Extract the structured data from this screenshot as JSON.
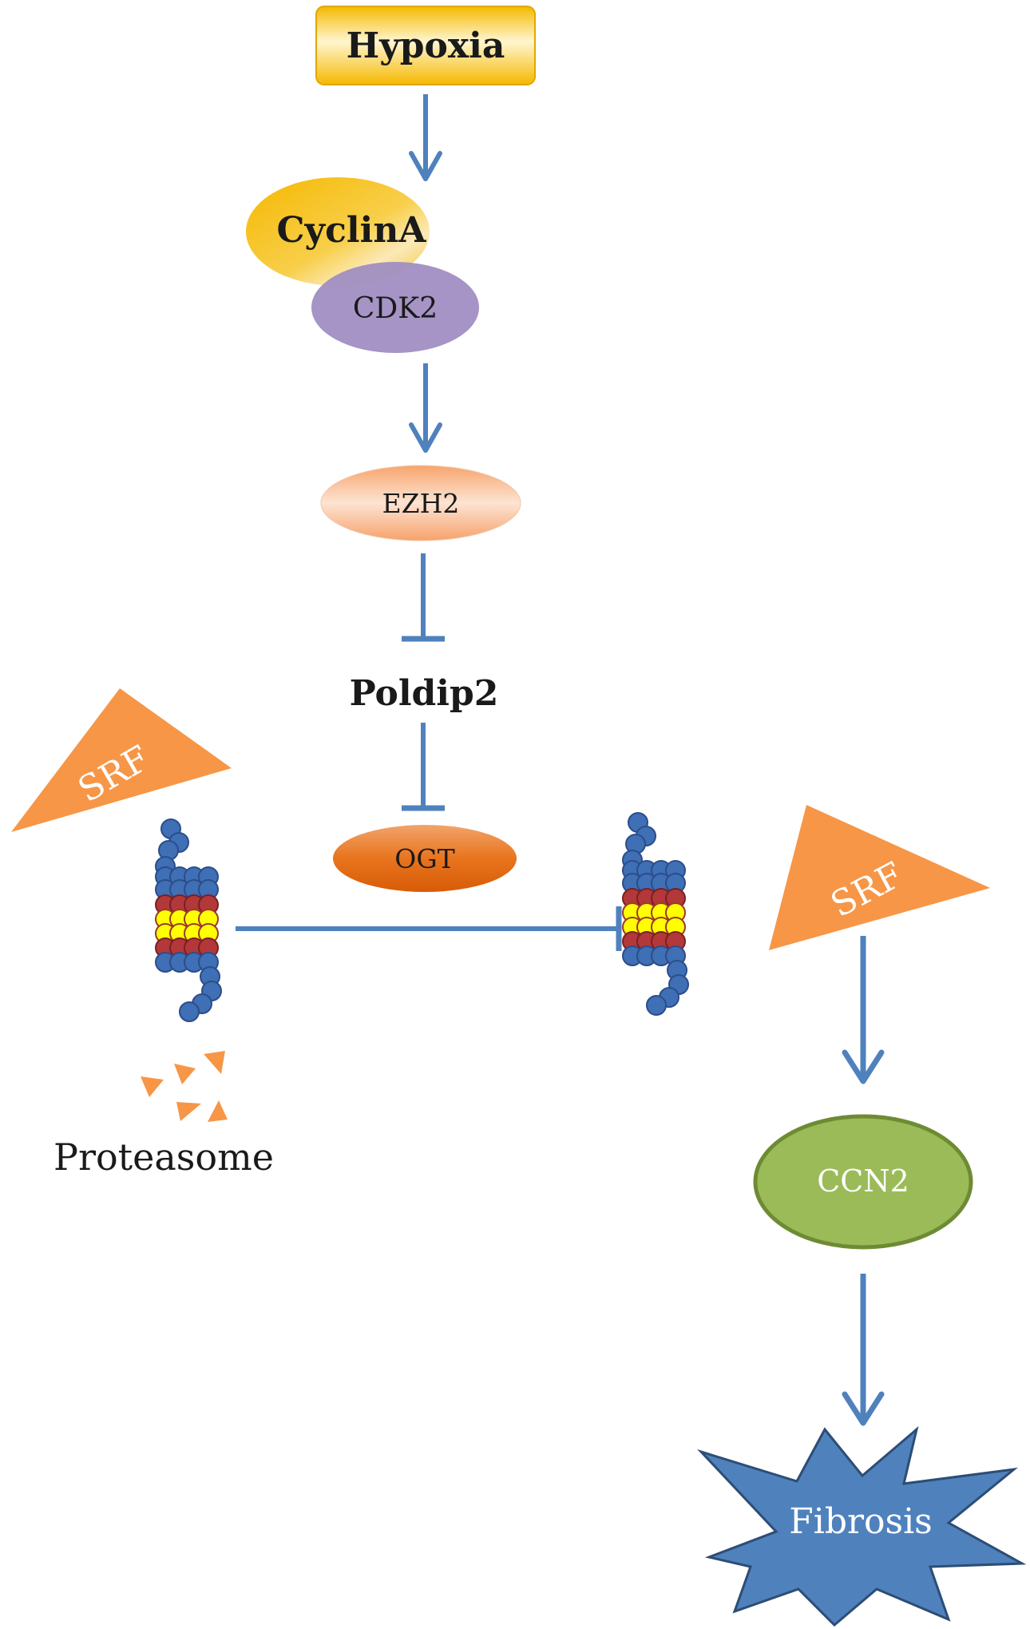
{
  "nodes": {
    "hypoxia": "Hypoxia",
    "cyclina": "CyclinA",
    "cdk2": "CDK2",
    "ezh2": "EZH2",
    "poldip2": "Poldip2",
    "ogt": "OGT",
    "srf_left": "SRF",
    "srf_right": "SRF",
    "proteasome": "Proteasome",
    "ccn2": "CCN2",
    "fibrosis": "Fibrosis"
  },
  "colors": {
    "arrow": "#4f81bd",
    "hypoxia_gold": "#f5b800",
    "cyclina_gold": "#f5c22a",
    "cdk2_purple": "#a08ec2",
    "ezh2_peach": "#f6b58a",
    "ogt_orange": "#e26b10",
    "srf_orange": "#f79646",
    "ccn2_green": "#9bbb59",
    "ccn2_border": "#6e8b34",
    "fibrosis_blue": "#4f81bd",
    "fibrosis_border": "#2c4d75",
    "proteasome_blue": "#3f6fb5",
    "proteasome_red": "#b3383a",
    "proteasome_yellow": "#ffff00"
  }
}
